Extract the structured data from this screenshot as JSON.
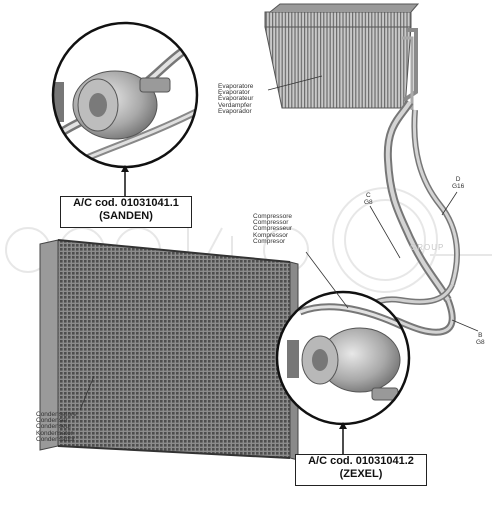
{
  "evaporator_label": [
    "Evaporatore",
    "Evaporator",
    "Évaporateur",
    "Verdampfer",
    "Evaporador"
  ],
  "compressor_label": [
    "Compressore",
    "Compressor",
    "Compresseur",
    "Kompressor",
    "Compresor"
  ],
  "condenser_label": [
    "Condensatore",
    "Condenser",
    "Condenseur",
    "Kondensator",
    "Condensador"
  ],
  "sanden_box": {
    "line1": "A/C cod. 01031041.1",
    "line2": "(SANDEN)"
  },
  "zexel_box": {
    "line1": "A/C cod. 01031041.2",
    "line2": "(ZEXEL)"
  },
  "pipe_tags": {
    "c": {
      "letter": "C",
      "size": "G8"
    },
    "d": {
      "letter": "D",
      "size": "G16"
    },
    "b": {
      "letter": "B",
      "size": "G8"
    }
  },
  "watermark": {
    "text": "ooo140",
    "sub": "GROUP"
  }
}
